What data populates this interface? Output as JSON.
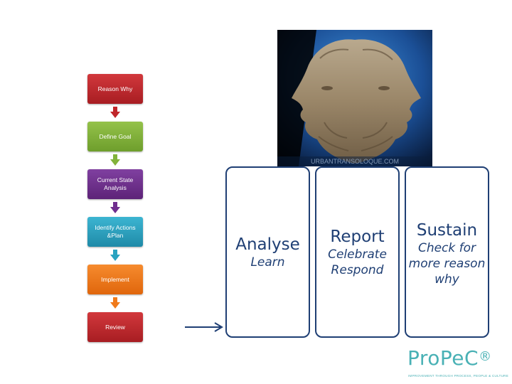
{
  "process_steps": [
    {
      "label": "Reason Why",
      "color": "#c0262a"
    },
    {
      "label": "Define Goal",
      "color": "#82b33b"
    },
    {
      "label": "Current State Analysis",
      "color": "#6f2e8e"
    },
    {
      "label": "Identify Actions &Plan",
      "color": "#2aa3c0"
    },
    {
      "label": "Implement",
      "color": "#f07a1a"
    },
    {
      "label": "Review",
      "color": "#c0262a"
    }
  ],
  "photo": {
    "watermark": "URBANTRANSOLOQUE.COM"
  },
  "phases": [
    {
      "title": "Analyse",
      "subtitle": "Learn"
    },
    {
      "title": "Report",
      "subtitle": "Celebrate Respond"
    },
    {
      "title": "Sustain",
      "subtitle": "Check for more reason why"
    }
  ],
  "logo": {
    "name": "ProPeC",
    "registered": "®",
    "tagline": "IMPROVEMENT THROUGH PROCESS, PEOPLE & CULTURE"
  }
}
